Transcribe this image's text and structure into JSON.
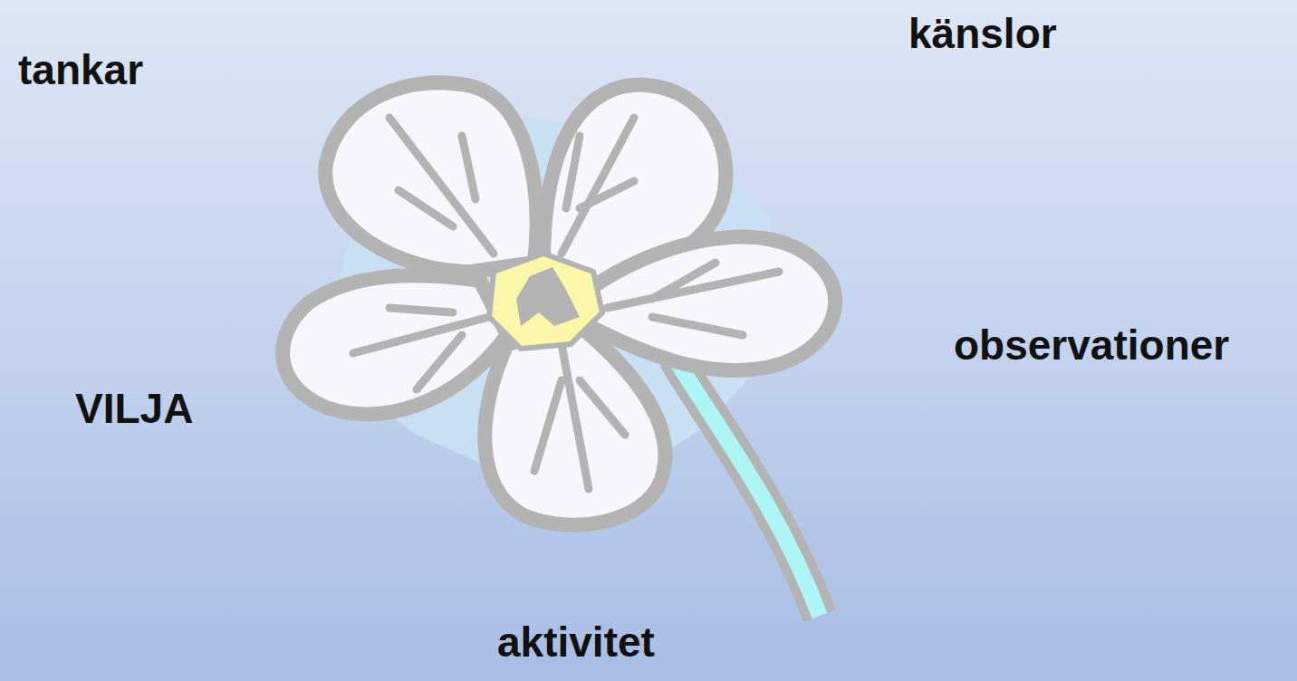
{
  "diagram": {
    "labels": [
      "tankar",
      "känslor",
      "observationer",
      "VILJA",
      "aktivitet"
    ]
  }
}
